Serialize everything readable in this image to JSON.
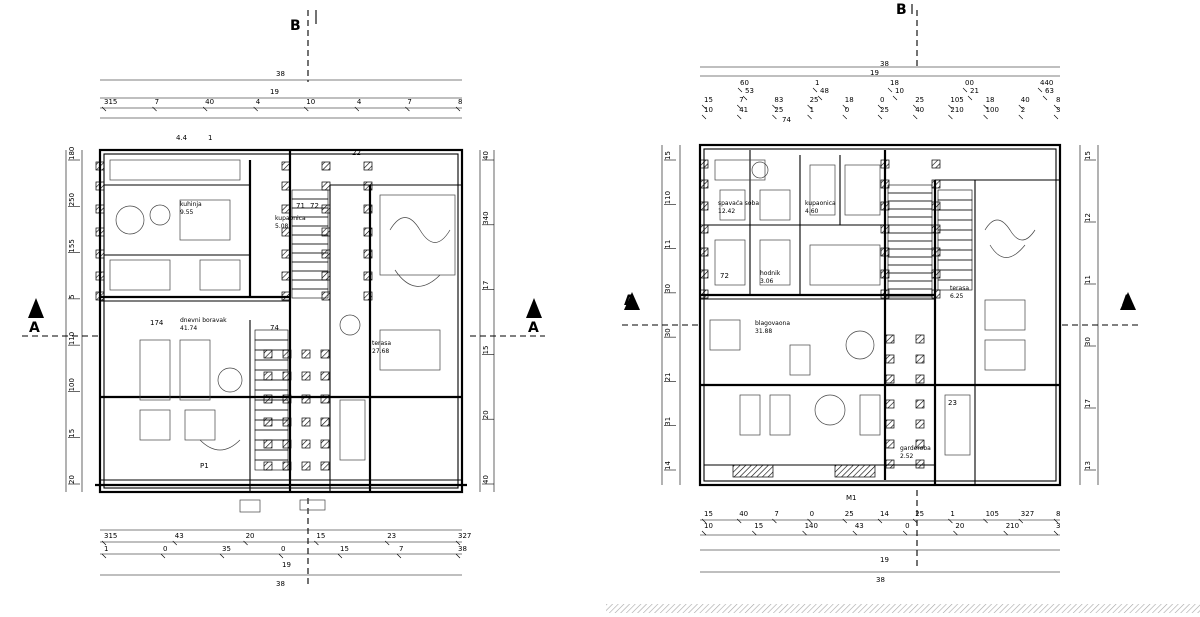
{
  "plans": [
    {
      "id": "left",
      "section_labels": {
        "top": "B",
        "left": "A",
        "right": "A"
      },
      "dims_top": {
        "total": "38",
        "sub": "19",
        "row1": [
          "315",
          "7",
          "40",
          "4",
          "10",
          "4",
          "7",
          "8"
        ],
        "room": [
          "4.4",
          "1"
        ]
      },
      "dims_bottom": {
        "total": "38",
        "sub": "19",
        "row1": [
          "315",
          "43",
          "20",
          "15",
          "23",
          "327"
        ],
        "row2": [
          "1",
          "0",
          "35",
          "0",
          "15",
          "7",
          "38"
        ]
      },
      "dims_left": [
        "180",
        "250",
        "155",
        "5",
        "110",
        "100",
        "15",
        "20"
      ],
      "dims_right": [
        "40",
        "340",
        "17",
        "15",
        "20",
        "40"
      ],
      "rooms": [
        {
          "name": "kuhinja",
          "area": "9.55"
        },
        {
          "name": "dnevni boravak",
          "area": "41.74"
        },
        {
          "name": "kupaonica",
          "area": "5.08"
        },
        {
          "name": "terasa",
          "area": "27.68"
        }
      ],
      "markers": [
        "71",
        "72",
        "74",
        "174",
        "22",
        "P1"
      ]
    },
    {
      "id": "right",
      "section_labels": {
        "top": "B",
        "left": "A",
        "right": "A"
      },
      "dims_top": {
        "total": "38",
        "sub": "19",
        "row1": [
          "60",
          "1",
          "18",
          "00",
          "440"
        ],
        "row2": [
          "53",
          "48",
          "10",
          "21",
          "63"
        ],
        "row3": [
          "15",
          "7",
          "83",
          "25",
          "18",
          "0",
          "25",
          "105",
          "18",
          "40",
          "8"
        ],
        "row4": [
          "10",
          "41",
          "25",
          "1",
          "0",
          "25",
          "40",
          "210",
          "100",
          "2",
          "3"
        ]
      },
      "dims_bottom": {
        "total": "38",
        "sub": "19",
        "row1": [
          "15",
          "40",
          "7",
          "0",
          "25",
          "14",
          "25",
          "1",
          "105",
          "327",
          "8"
        ],
        "row2": [
          "10",
          "15",
          "140",
          "43",
          "0",
          "20",
          "210",
          "3"
        ]
      },
      "dims_left": [
        "15",
        "110",
        "11",
        "30",
        "30",
        "21",
        "31",
        "14"
      ],
      "dims_right": [
        "15",
        "12",
        "11",
        "30",
        "17",
        "13"
      ],
      "rooms": [
        {
          "name": "spavaća soba",
          "area": "12.42"
        },
        {
          "name": "kupaonica",
          "area": "4.60"
        },
        {
          "name": "hodnik",
          "area": "3.06"
        },
        {
          "name": "blagovaona",
          "area": "31.88"
        },
        {
          "name": "terasa",
          "area": "6.25"
        },
        {
          "name": "garderoba",
          "area": "2.52"
        }
      ],
      "markers": [
        "74",
        "23",
        "M1",
        "72"
      ]
    }
  ],
  "colors": {
    "line": "#000000",
    "hatch": "#000000",
    "background": "#ffffff"
  }
}
